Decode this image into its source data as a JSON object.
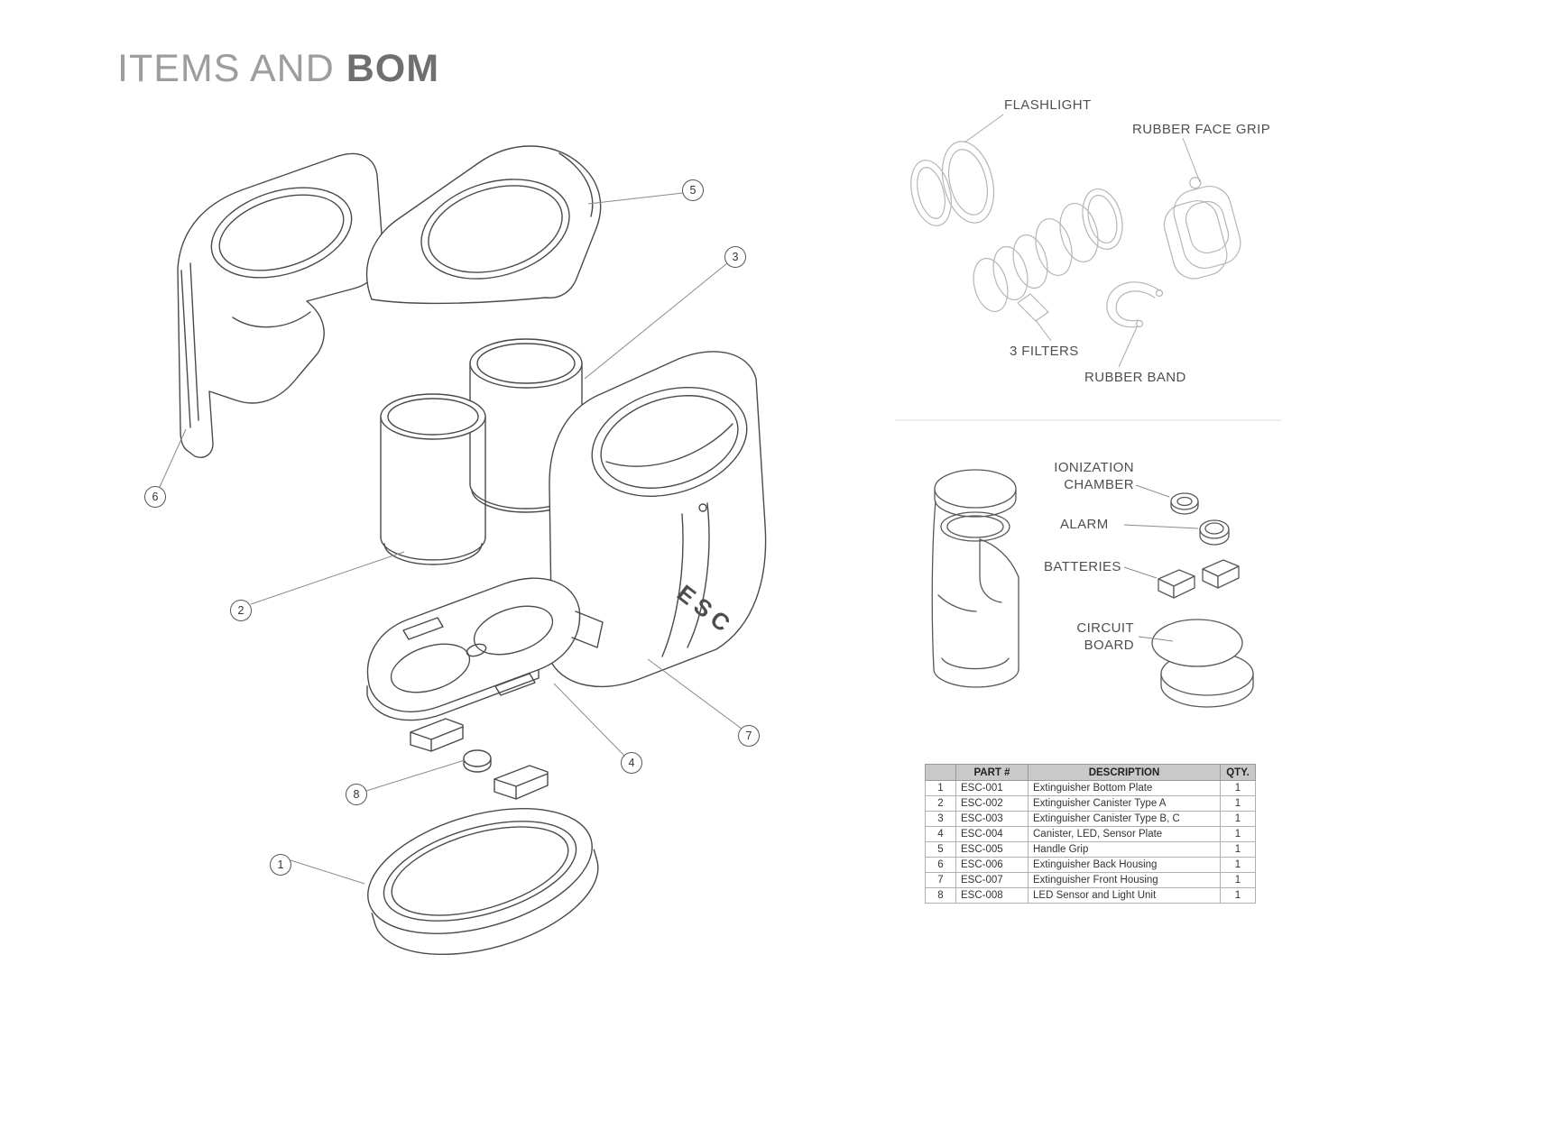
{
  "page": {
    "title_light": "ITEMS AND",
    "title_bold": "BOM"
  },
  "main_drawing": {
    "esc_logo": "ESC"
  },
  "callouts": [
    "1",
    "2",
    "3",
    "4",
    "5",
    "6",
    "7",
    "8"
  ],
  "flashlight_diagram": {
    "flashlight_label": "FLASHLIGHT",
    "rubber_face_grip_label": "RUBBER FACE GRIP",
    "filters_label": "3 FILTERS",
    "rubber_band_label": "RUBBER BAND"
  },
  "detector_diagram": {
    "ionization_chamber_label": "IONIZATION\nCHAMBER",
    "alarm_label": "ALARM",
    "batteries_label": "BATTERIES",
    "circuit_board_label": "CIRCUIT\nBOARD"
  },
  "bom_table": {
    "headers": [
      "",
      "PART #",
      "DESCRIPTION",
      "QTY."
    ],
    "rows": [
      [
        "1",
        "ESC-001",
        "Extinguisher Bottom Plate",
        "1"
      ],
      [
        "2",
        "ESC-002",
        "Extinguisher Canister Type A",
        "1"
      ],
      [
        "3",
        "ESC-003",
        "Extinguisher Canister Type B, C",
        "1"
      ],
      [
        "4",
        "ESC-004",
        "Canister, LED, Sensor Plate",
        "1"
      ],
      [
        "5",
        "ESC-005",
        "Handle Grip",
        "1"
      ],
      [
        "6",
        "ESC-006",
        "Extinguisher Back Housing",
        "1"
      ],
      [
        "7",
        "ESC-007",
        "Extinguisher Front Housing",
        "1"
      ],
      [
        "8",
        "ESC-008",
        "LED Sensor and Light Unit",
        "1"
      ]
    ]
  }
}
